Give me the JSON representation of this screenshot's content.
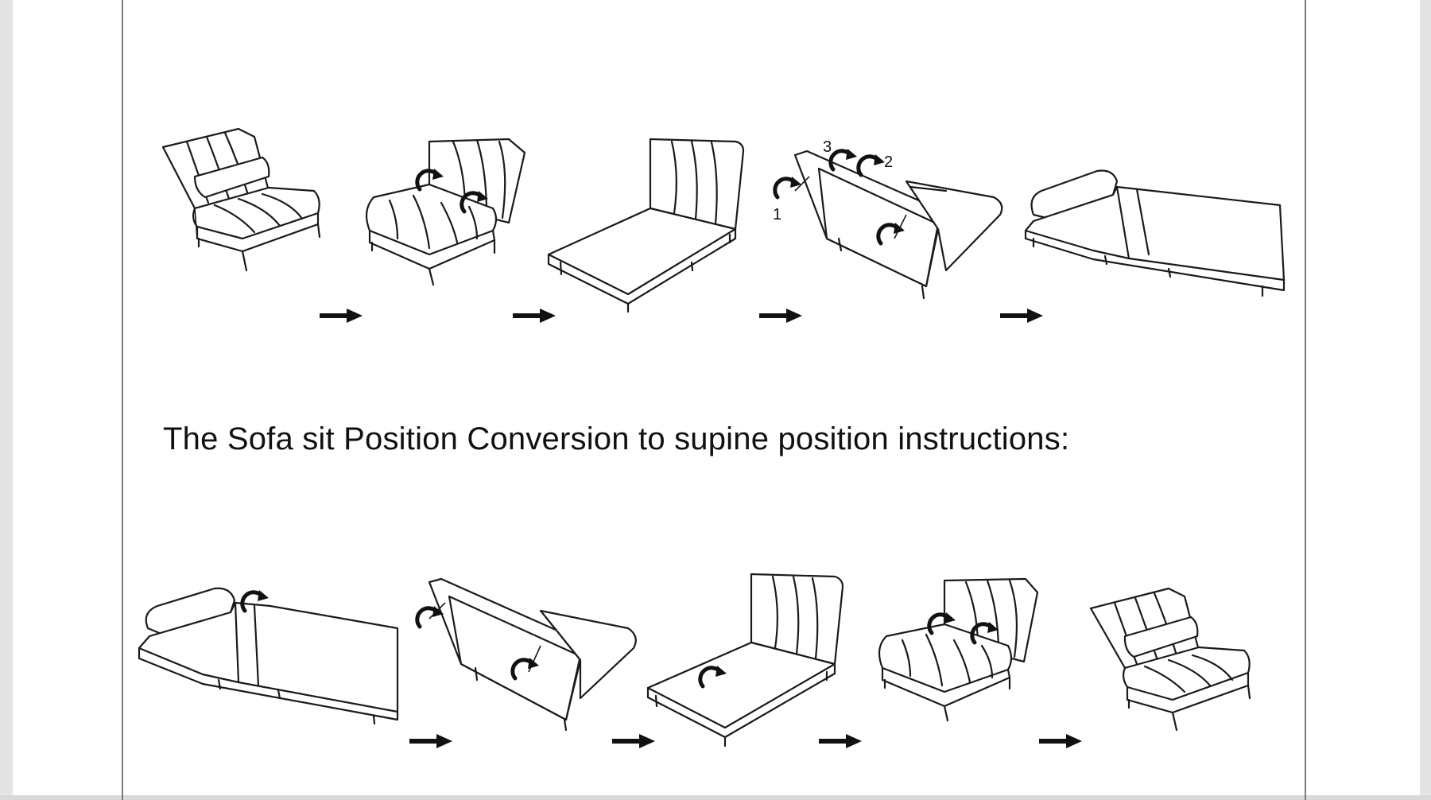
{
  "document": {
    "heading_top_partial": "",
    "heading_bottom": "The  Sofa sit Position Conversion to supine position  instructions:"
  },
  "steps_top": {
    "callouts": [
      "3",
      "2",
      "1"
    ]
  },
  "icons": {
    "arrow": "right-arrow-icon",
    "rotate": "rotate-arrow-icon"
  }
}
